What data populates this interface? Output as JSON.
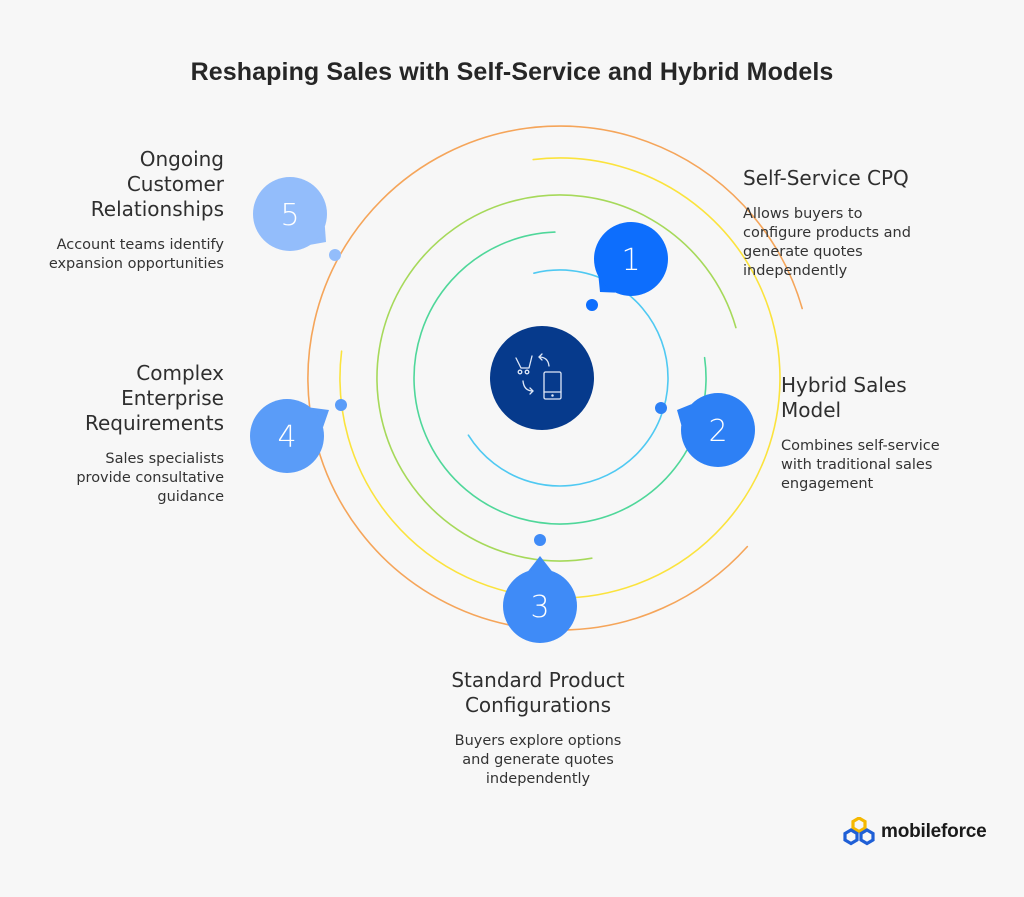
{
  "title": "Reshaping Sales with Self-Service and Hybrid Models",
  "hub": {
    "icon": "cart-mobile-exchange-icon",
    "color": "#063a8c"
  },
  "rings": [
    {
      "name": "ring-1",
      "color": "#4fc9f2"
    },
    {
      "name": "ring-2",
      "color": "#4fd79a"
    },
    {
      "name": "ring-3",
      "color": "#a6d95a"
    },
    {
      "name": "ring-4",
      "color": "#fbe33d"
    },
    {
      "name": "ring-5",
      "color": "#f5a55a"
    }
  ],
  "steps": [
    {
      "number": "1",
      "title": "Self-Service CPQ",
      "description": "Allows buyers to configure products and generate quotes independently",
      "color": "#0d6efd"
    },
    {
      "number": "2",
      "title": "Hybrid Sales Model",
      "description": "Combines self-service with traditional sales engagement",
      "color": "#2d80f5"
    },
    {
      "number": "3",
      "title": "Standard Product Configurations",
      "description": "Buyers explore options and generate quotes independently",
      "color": "#3f8bf7"
    },
    {
      "number": "4",
      "title": "Complex Enterprise Requirements",
      "description": "Sales specialists provide consultative guidance",
      "color": "#5a9cf8"
    },
    {
      "number": "5",
      "title": "Ongoing Customer Relationships",
      "description": "Account teams identify expansion opportunities",
      "color": "#93bdfb"
    }
  ],
  "logo": {
    "text": "mobileforce",
    "icon": "mobileforce-logo-icon"
  }
}
